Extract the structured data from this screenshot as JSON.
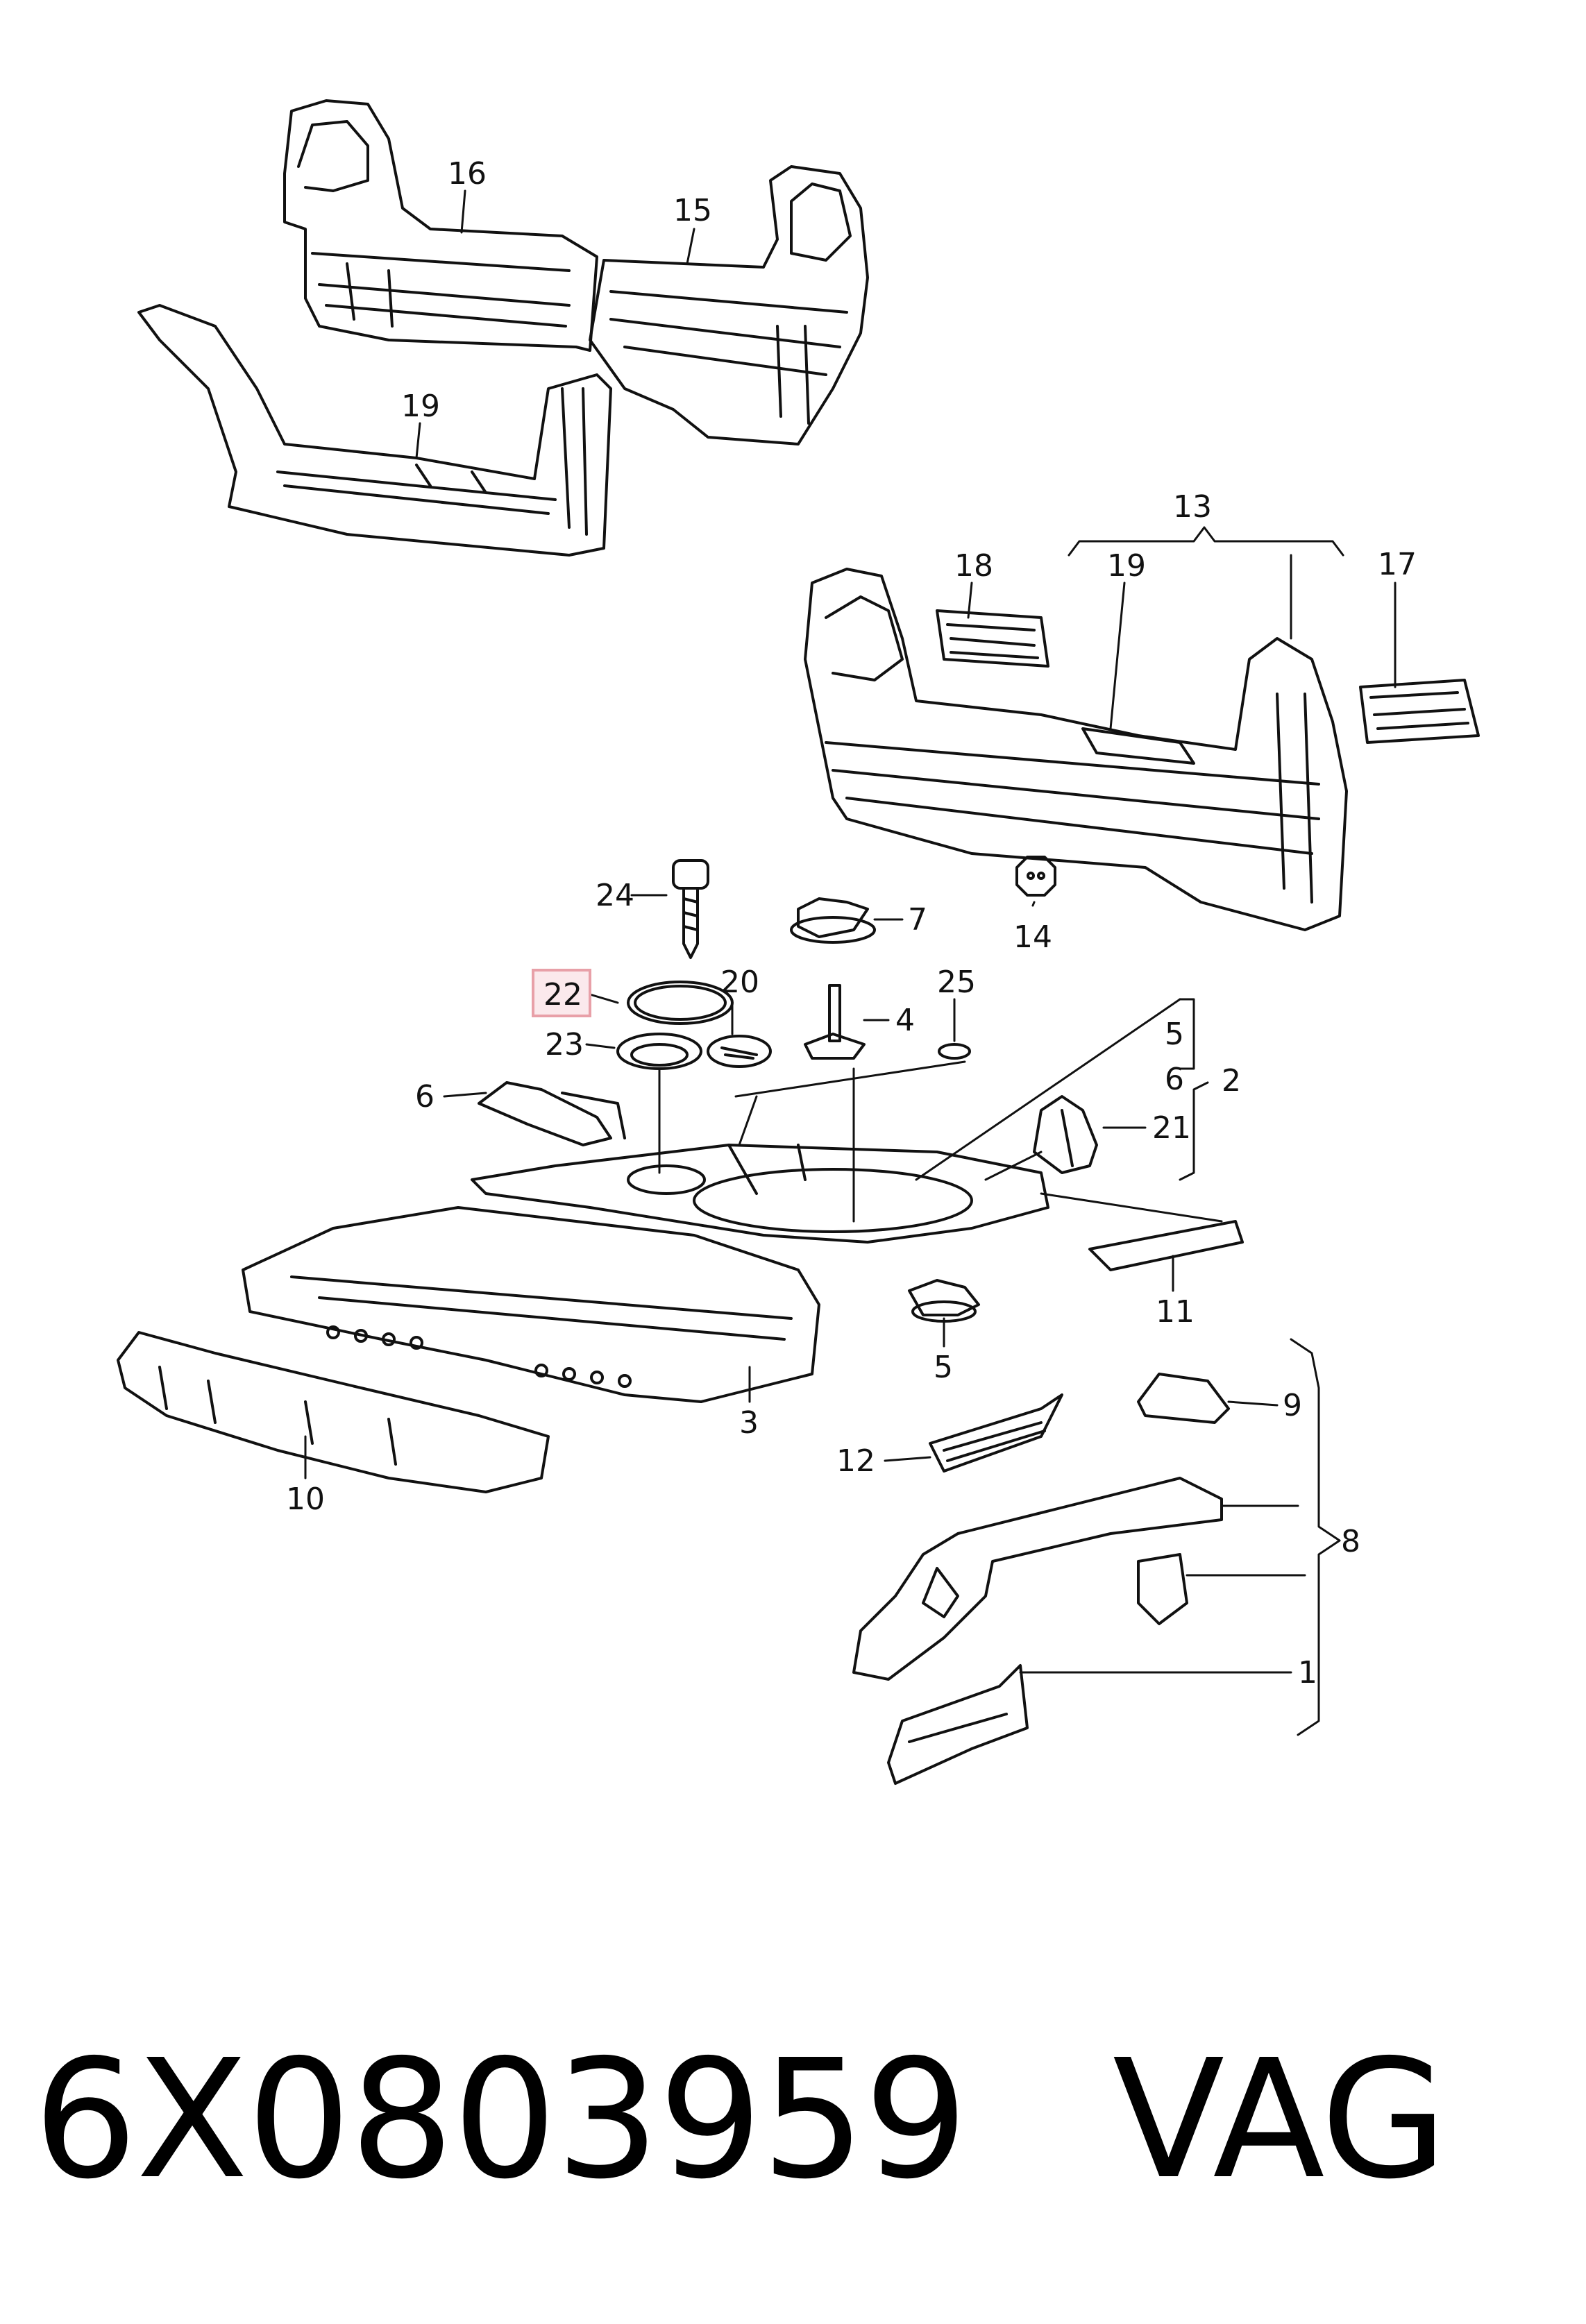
{
  "diagram": {
    "labels": {
      "16": "16",
      "15": "15",
      "19a": "19",
      "13": "13",
      "18": "18",
      "19b": "19",
      "17": "17",
      "24": "24",
      "7": "7",
      "14": "14",
      "22": "22",
      "20": "20",
      "25": "25",
      "4": "4",
      "23": "23",
      "5a": "5",
      "6a": "6",
      "2": "2",
      "6b": "6",
      "21": "21",
      "11": "11",
      "5b": "5",
      "3": "3",
      "10": "10",
      "9": "9",
      "12": "12",
      "8": "8",
      "1": "1"
    },
    "highlight_color": "#e8a0a8",
    "line_color": "#111111"
  },
  "caption": {
    "part_number": "6X0803959",
    "brand": "VAG"
  }
}
